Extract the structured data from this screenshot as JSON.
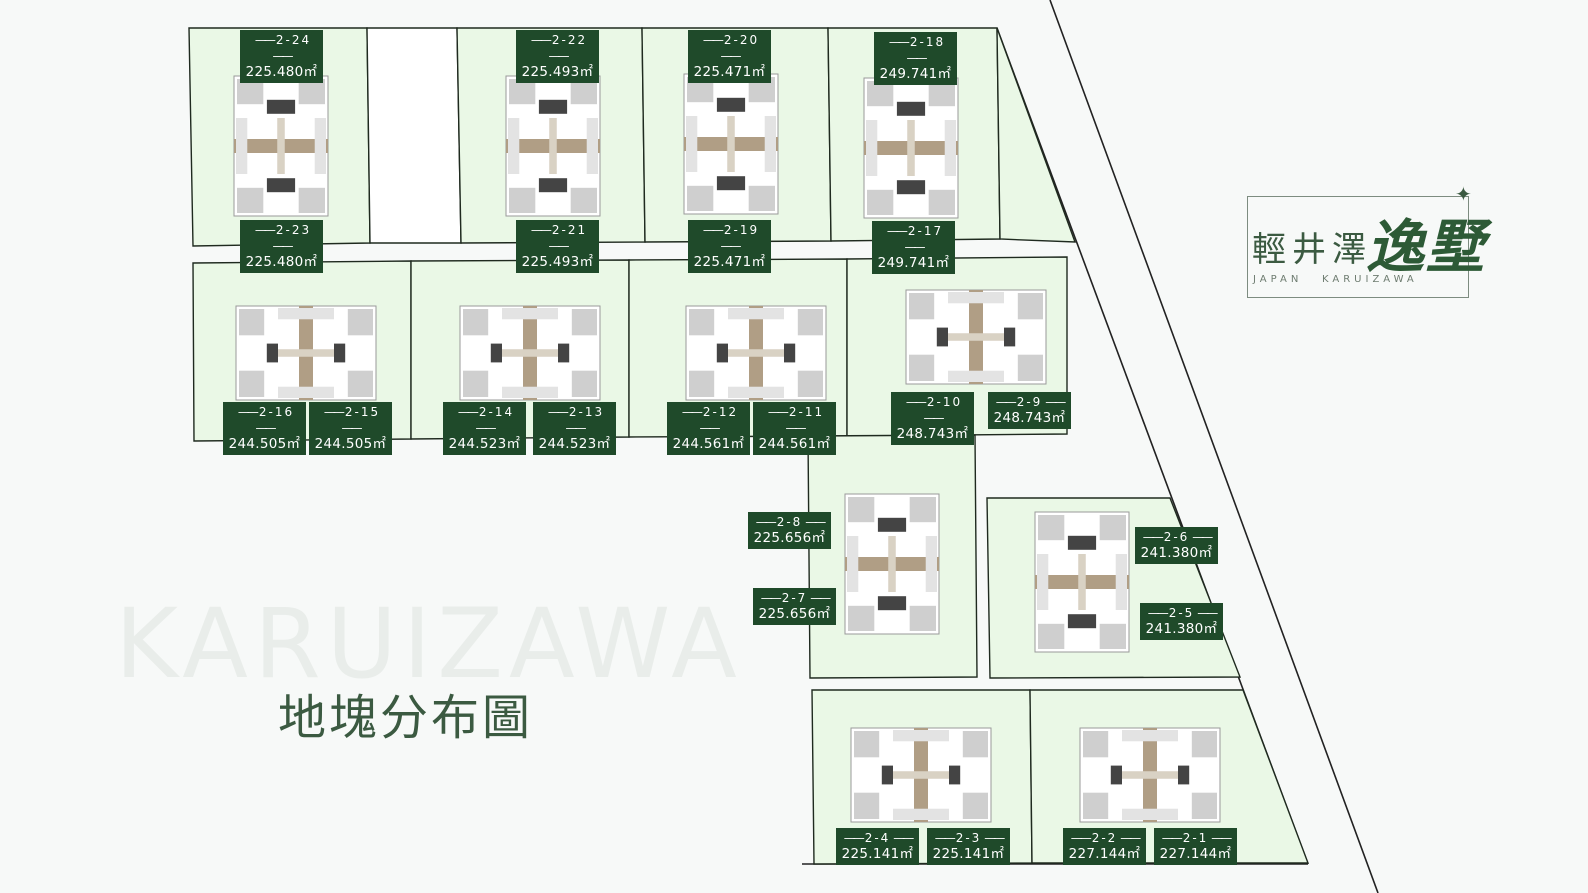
{
  "title": "地塊分布圖",
  "watermark": "KARUIZAWA",
  "brand": {
    "primary": "輕井澤",
    "accent": "逸墅",
    "sub_left": "JAPAN",
    "sub_right": "KARUIZAWA"
  },
  "colors": {
    "lot_fill": "#eaf8e6",
    "tag_bg": "#1f4a2a",
    "title": "#3b5a41"
  },
  "lots": [
    {
      "id": "2-24",
      "area": "225.480㎡"
    },
    {
      "id": "2-23",
      "area": "225.480㎡"
    },
    {
      "id": "2-22",
      "area": "225.493㎡"
    },
    {
      "id": "2-21",
      "area": "225.493㎡"
    },
    {
      "id": "2-20",
      "area": "225.471㎡"
    },
    {
      "id": "2-19",
      "area": "225.471㎡"
    },
    {
      "id": "2-18",
      "area": "249.741㎡"
    },
    {
      "id": "2-17",
      "area": "249.741㎡"
    },
    {
      "id": "2-16",
      "area": "244.505㎡"
    },
    {
      "id": "2-15",
      "area": "244.505㎡"
    },
    {
      "id": "2-14",
      "area": "244.523㎡"
    },
    {
      "id": "2-13",
      "area": "244.523㎡"
    },
    {
      "id": "2-12",
      "area": "244.561㎡"
    },
    {
      "id": "2-11",
      "area": "244.561㎡"
    },
    {
      "id": "2-10",
      "area": "248.743㎡"
    },
    {
      "id": "2-9",
      "area": "248.743㎡"
    },
    {
      "id": "2-8",
      "area": "225.656㎡"
    },
    {
      "id": "2-7",
      "area": "225.656㎡"
    },
    {
      "id": "2-6",
      "area": "241.380㎡"
    },
    {
      "id": "2-5",
      "area": "241.380㎡"
    },
    {
      "id": "2-4",
      "area": "225.141㎡"
    },
    {
      "id": "2-3",
      "area": "225.141㎡"
    },
    {
      "id": "2-2",
      "area": "227.144㎡"
    },
    {
      "id": "2-1",
      "area": "227.144㎡"
    }
  ]
}
